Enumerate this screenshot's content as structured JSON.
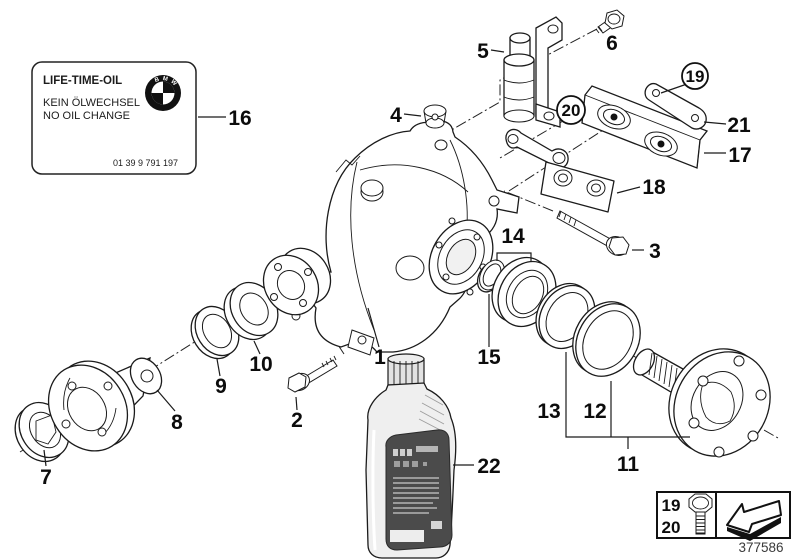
{
  "info_label": {
    "title": "LIFE-TIME-OIL",
    "line_de": "KEIN ÖLWECHSEL",
    "line_en": "NO OIL CHANGE",
    "part_number": "01 39 9 791 197",
    "logo_text": "BMW"
  },
  "parts_labels": {
    "n1": "1",
    "n2": "2",
    "n3": "3",
    "n4": "4",
    "n5": "5",
    "n6": "6",
    "n7": "7",
    "n8": "8",
    "n9": "9",
    "n10": "10",
    "n11": "11",
    "n12": "12",
    "n13": "13",
    "n14": "14",
    "n15": "15",
    "n16": "16",
    "n17": "17",
    "n18": "18",
    "n21": "21",
    "n22": "22"
  },
  "circled": {
    "n19": "19",
    "n20": "20"
  },
  "legend": {
    "row1": "19",
    "row2": "20"
  },
  "diagram_number": "377586",
  "colors": {
    "line": "#1b1b1b",
    "bottle_label": "#4b4b4b",
    "accent": "#111111"
  }
}
